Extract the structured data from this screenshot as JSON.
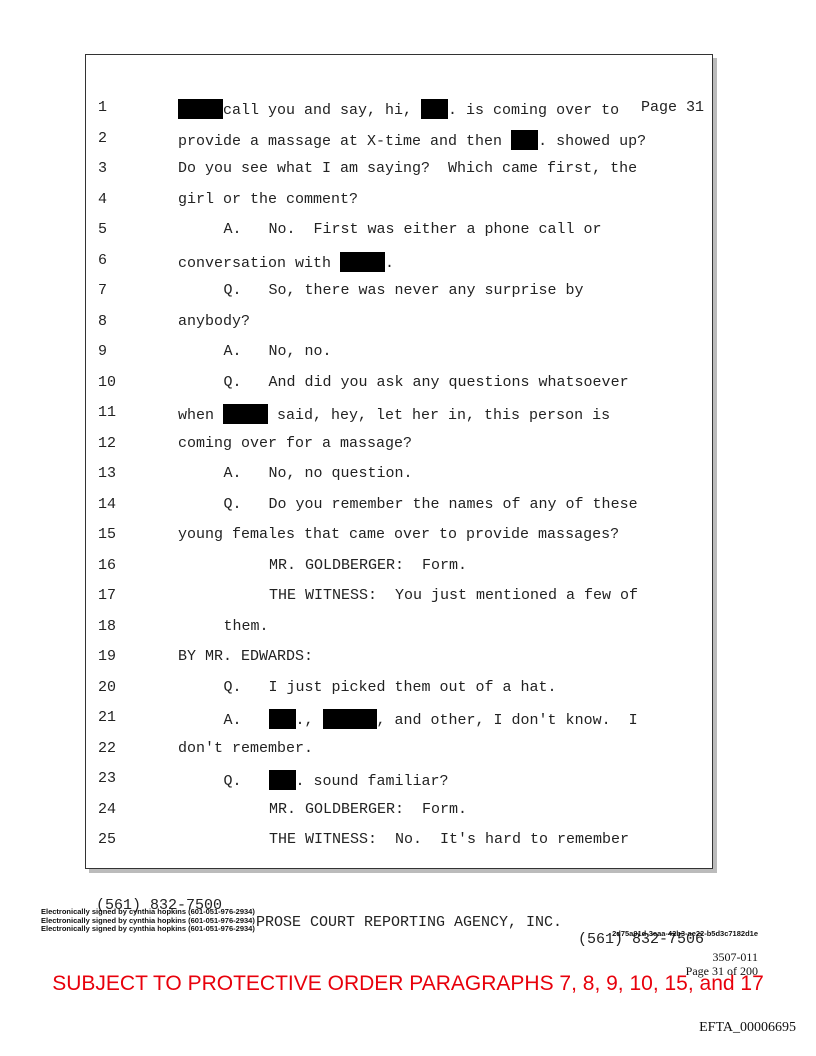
{
  "page_label": "Page 31",
  "lines": [
    {
      "n": "1",
      "indent": 0,
      "segs": [
        {
          "r": 5
        },
        "call you and say, hi, ",
        {
          "r": 3
        },
        ". is coming over to"
      ]
    },
    {
      "n": "2",
      "indent": 0,
      "segs": [
        "provide a massage at X-time and then ",
        {
          "r": 3
        },
        ". showed up?"
      ]
    },
    {
      "n": "3",
      "indent": 0,
      "segs": [
        "Do you see what I am saying?  Which came first, the"
      ]
    },
    {
      "n": "4",
      "indent": 0,
      "segs": [
        "girl or the comment?"
      ]
    },
    {
      "n": "5",
      "indent": 1,
      "segs": [
        "A.   No.  First was either a phone call or"
      ]
    },
    {
      "n": "6",
      "indent": 0,
      "segs": [
        "conversation with ",
        {
          "r": 5
        },
        "."
      ]
    },
    {
      "n": "7",
      "indent": 1,
      "segs": [
        "Q.   So, there was never any surprise by"
      ]
    },
    {
      "n": "8",
      "indent": 0,
      "segs": [
        "anybody?"
      ]
    },
    {
      "n": "9",
      "indent": 1,
      "segs": [
        "A.   No, no."
      ]
    },
    {
      "n": "10",
      "indent": 1,
      "segs": [
        "Q.   And did you ask any questions whatsoever"
      ]
    },
    {
      "n": "11",
      "indent": 0,
      "segs": [
        "when ",
        {
          "r": 5
        },
        " said, hey, let her in, this person is"
      ]
    },
    {
      "n": "12",
      "indent": 0,
      "segs": [
        "coming over for a massage?"
      ]
    },
    {
      "n": "13",
      "indent": 1,
      "segs": [
        "A.   No, no question."
      ]
    },
    {
      "n": "14",
      "indent": 1,
      "segs": [
        "Q.   Do you remember the names of any of these"
      ]
    },
    {
      "n": "15",
      "indent": 0,
      "segs": [
        "young females that came over to provide massages?"
      ]
    },
    {
      "n": "16",
      "indent": 2,
      "segs": [
        "MR. GOLDBERGER:  Form."
      ]
    },
    {
      "n": "17",
      "indent": 2,
      "segs": [
        "THE WITNESS:  You just mentioned a few of"
      ]
    },
    {
      "n": "18",
      "indent": 1,
      "segs": [
        "them."
      ]
    },
    {
      "n": "19",
      "indent": 0,
      "segs": [
        "BY MR. EDWARDS:"
      ]
    },
    {
      "n": "20",
      "indent": 1,
      "segs": [
        "Q.   I just picked them out of a hat."
      ]
    },
    {
      "n": "21",
      "indent": 1,
      "segs": [
        "A.   ",
        {
          "r": 3
        },
        "., ",
        {
          "r": 6
        },
        ", and other, I don't know.  I"
      ]
    },
    {
      "n": "22",
      "indent": 0,
      "segs": [
        "don't remember."
      ]
    },
    {
      "n": "23",
      "indent": 1,
      "segs": [
        "Q.   ",
        {
          "r": 3
        },
        ". sound familiar?"
      ]
    },
    {
      "n": "24",
      "indent": 2,
      "segs": [
        "MR. GOLDBERGER:  Form."
      ]
    },
    {
      "n": "25",
      "indent": 2,
      "segs": [
        "THE WITNESS:  No.  It's hard to remember"
      ]
    }
  ],
  "footer": {
    "phone_left": "(561) 832-7500",
    "agency": "PROSE COURT REPORTING AGENCY, INC.",
    "phone_right": "(561) 832-7506"
  },
  "signatures": [
    "Electronically signed by cynthia hopkins (601-051-976-2934)",
    "Electronically signed by cynthia hopkins (601-051-976-2934)",
    "Electronically signed by cynthia hopkins (601-051-976-2934)"
  ],
  "hash": "2d75a91d-3eaa-42b3-ae22-b5d3c7182d1e",
  "exhibit": "3507-011",
  "page_of": "Page 31 of 200",
  "protective_order": "SUBJECT TO PROTECTIVE ORDER PARAGRAPHS 7, 8, 9, 10, 15, and 17",
  "bates": "EFTA_00006695"
}
